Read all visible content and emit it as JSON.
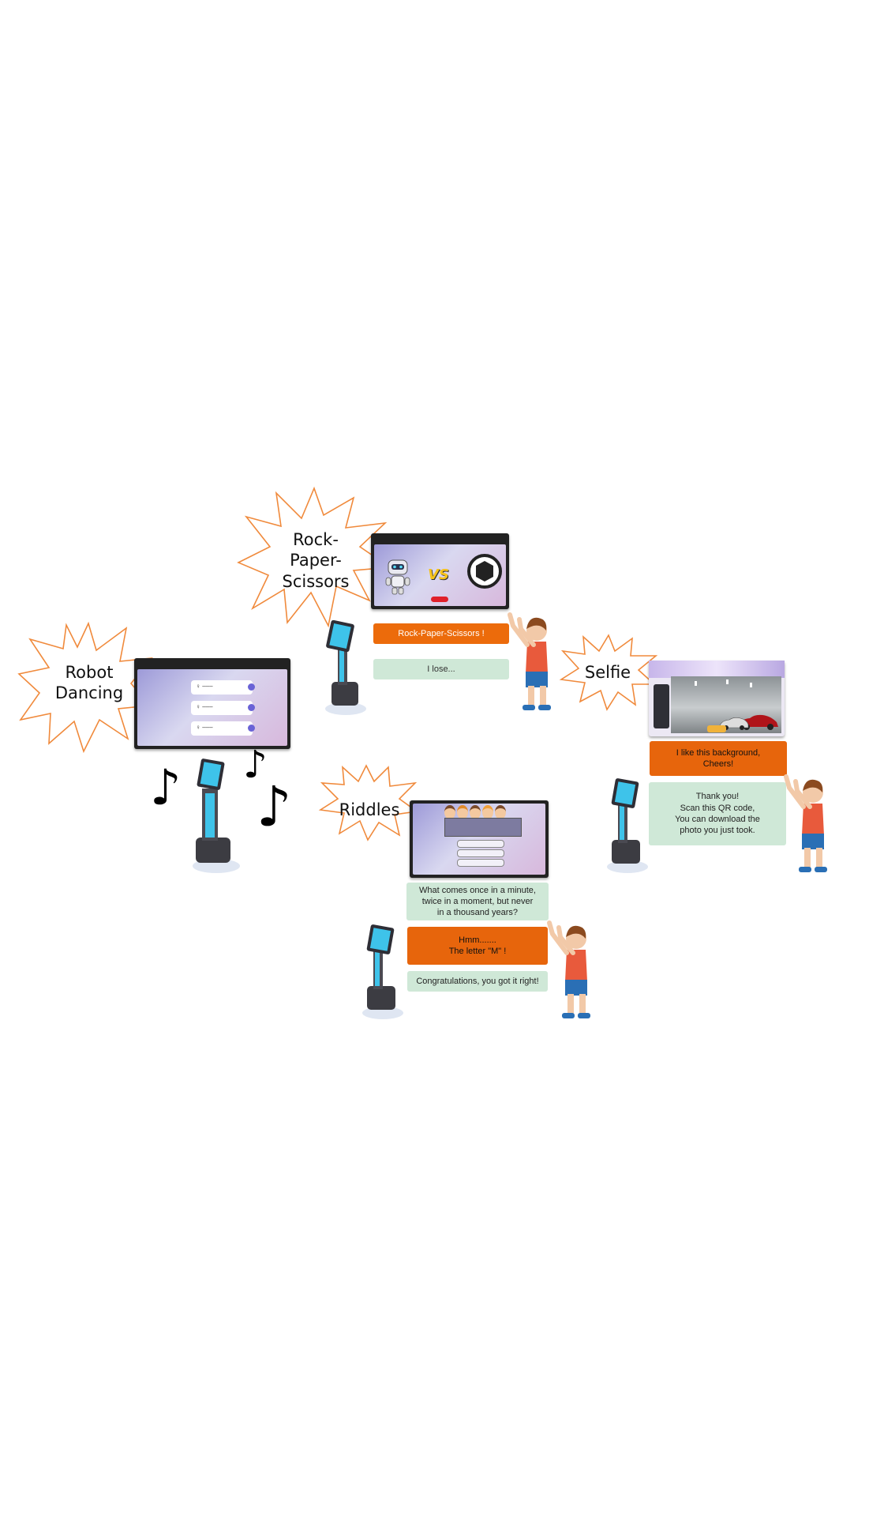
{
  "bursts": {
    "rps": "Rock-\nPaper-\nScissors",
    "robot_dancing": "Robot\nDancing",
    "selfie": "Selfie",
    "riddles": "Riddles"
  },
  "rps": {
    "bubble_user": "Rock-Paper-Scissors !",
    "bubble_robot": "I lose...",
    "vs_text": "VS"
  },
  "selfie": {
    "bubble_user": "I like this background,\nCheers!",
    "bubble_robot": "Thank you!\nScan this QR code,\nYou can download the\nphoto you just took."
  },
  "riddles": {
    "bubble_robot_q": "What comes once in a minute,\ntwice in a moment, but never\nin a thousand years?",
    "bubble_user": "Hmm.......\nThe letter \"M\" !",
    "bubble_robot_a": "Congratulations, you got it right!"
  },
  "colors": {
    "orange": "#ec6b0b",
    "green": "#cfe8d7",
    "burst_stroke": "#f08a3c",
    "robot_screen": "#3ec3ea"
  }
}
